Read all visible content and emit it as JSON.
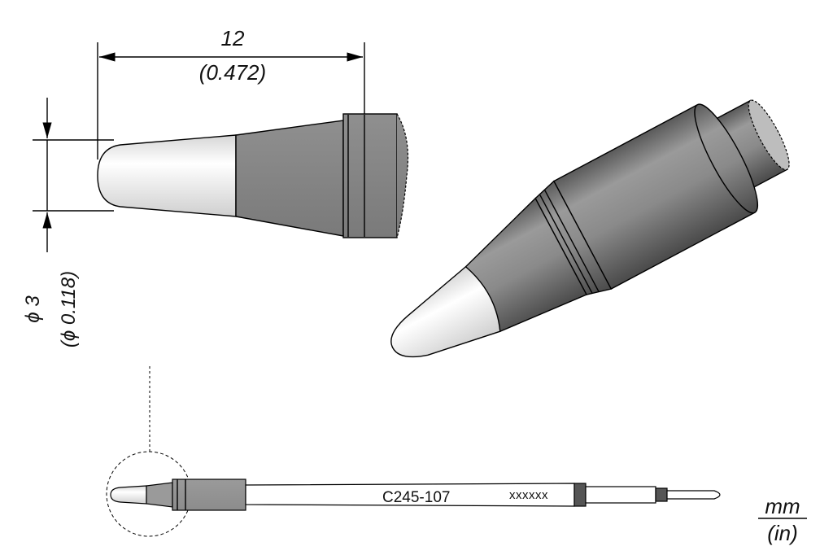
{
  "dimensions": {
    "length": {
      "mm": "12",
      "in": "(0.472)"
    },
    "diameter": {
      "mm": "ϕ 3",
      "in": "(ϕ 0.118)"
    }
  },
  "tip": {
    "part_number": "C245-107",
    "marking": "xxxxxx"
  },
  "units": {
    "primary": "mm",
    "secondary": "(in)"
  },
  "colors": {
    "body_gray": "#7e7e7e",
    "tip_white": "#f2f2f2",
    "outline": "#000000"
  }
}
